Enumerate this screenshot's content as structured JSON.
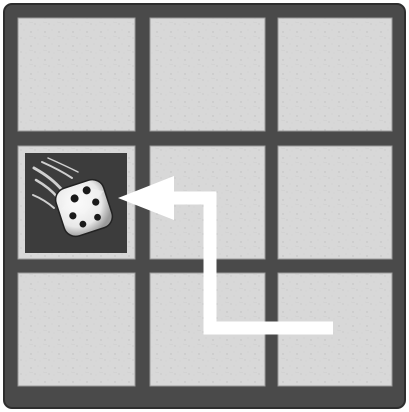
{
  "board": {
    "rows": 3,
    "cols": 3,
    "frame_color": "#4a4a4a",
    "tile_color": "#d6d6d6",
    "tile_texture_color": "#bdbdbd",
    "highlight_tile_color": "#505050"
  },
  "tiles": [
    {
      "row": 0,
      "col": 0,
      "state": "empty"
    },
    {
      "row": 0,
      "col": 1,
      "state": "empty"
    },
    {
      "row": 0,
      "col": 2,
      "state": "empty"
    },
    {
      "row": 1,
      "col": 0,
      "state": "die"
    },
    {
      "row": 1,
      "col": 1,
      "state": "empty"
    },
    {
      "row": 1,
      "col": 2,
      "state": "empty"
    },
    {
      "row": 2,
      "col": 0,
      "state": "empty"
    },
    {
      "row": 2,
      "col": 1,
      "state": "empty"
    },
    {
      "row": 2,
      "col": 2,
      "state": "empty"
    }
  ],
  "die": {
    "icon": "rolling-die-icon",
    "on_tile": {
      "row": 1,
      "col": 0
    }
  },
  "move_arrow": {
    "icon": "path-arrow-icon",
    "color": "#ffffff",
    "from": {
      "row": 2,
      "col": 2
    },
    "to": {
      "row": 1,
      "col": 0
    }
  }
}
